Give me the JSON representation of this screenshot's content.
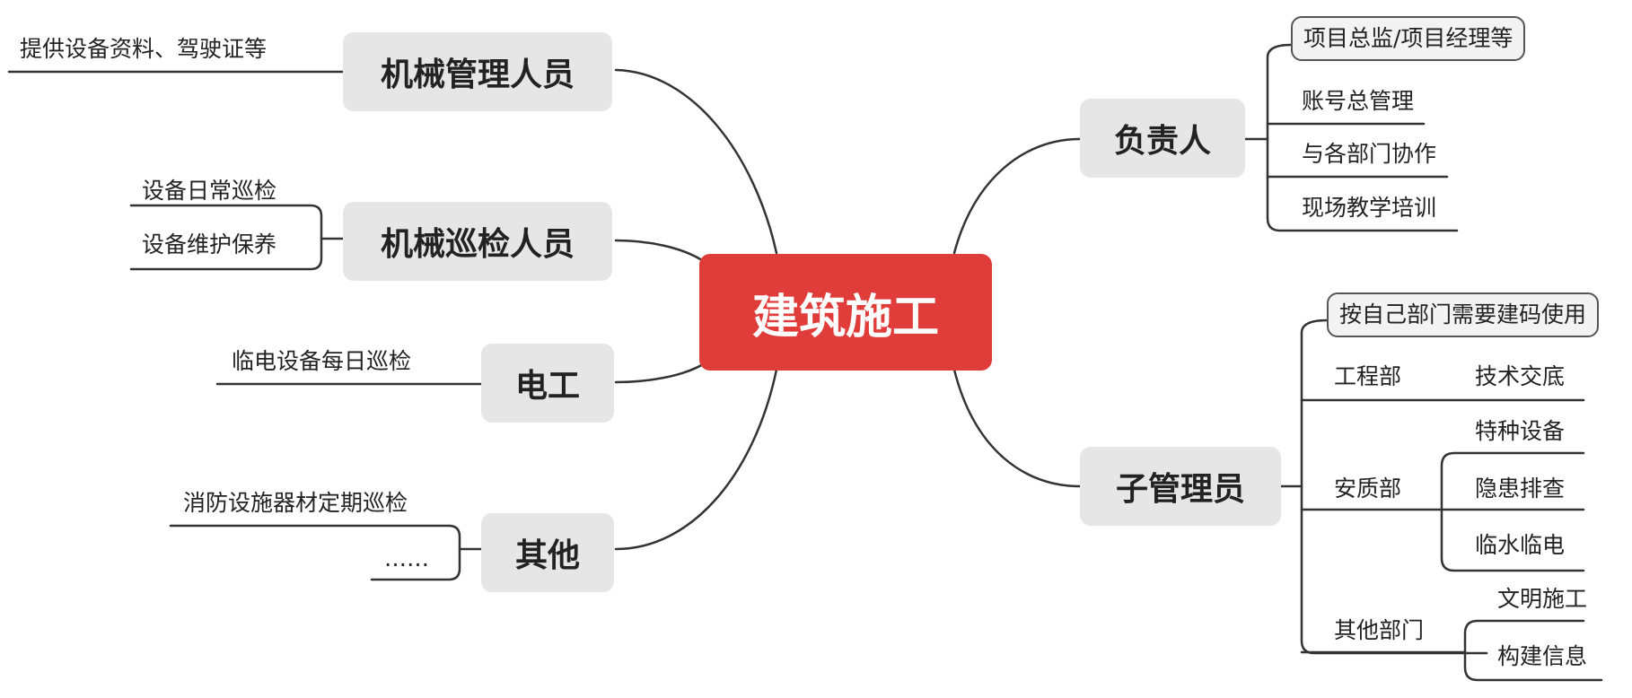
{
  "center": {
    "label": "建筑施工"
  },
  "left": {
    "mechanic_manager": {
      "label": "机械管理人员",
      "items": [
        "提供设备资料、驾驶证等"
      ]
    },
    "mechanic_inspector": {
      "label": "机械巡检人员",
      "items": [
        "设备日常巡检",
        "设备维护保养"
      ]
    },
    "electrician": {
      "label": "电工",
      "items": [
        "临电设备每日巡检"
      ]
    },
    "other": {
      "label": "其他",
      "items": [
        "消防设施器材定期巡检",
        "……"
      ]
    }
  },
  "right": {
    "responsible": {
      "label": "负责人",
      "items": [
        "项目总监/项目经理等",
        "账号总管理",
        "与各部门协作",
        "现场教学培训"
      ]
    },
    "sub_admin": {
      "label": "子管理员",
      "note": "按自己部门需要建码使用",
      "departments": [
        {
          "name": "工程部",
          "items": [
            "技术交底"
          ]
        },
        {
          "name": "安质部",
          "items": [
            "特种设备",
            "隐患排查",
            "临水临电"
          ]
        },
        {
          "name": "其他部门",
          "items": [
            "文明施工",
            "构建信息"
          ]
        }
      ]
    }
  },
  "colors": {
    "center": "#e03c3a",
    "branch_bg": "#e6e6e6",
    "line": "#333333"
  }
}
